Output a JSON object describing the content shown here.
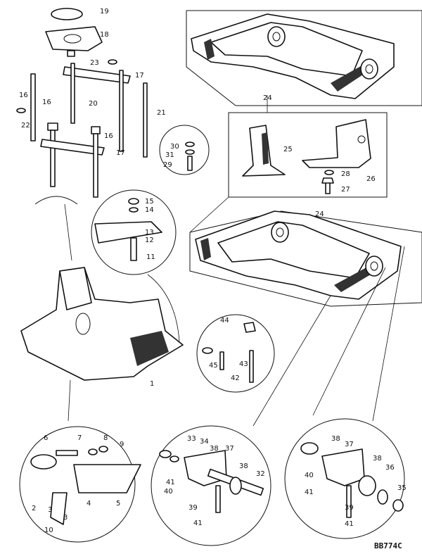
{
  "diagram_code": "BB774C",
  "callouts": [
    {
      "id": "c1",
      "text": "1"
    },
    {
      "id": "c2",
      "text": "2"
    },
    {
      "id": "c3",
      "text": "3"
    },
    {
      "id": "c3b",
      "text": "3"
    },
    {
      "id": "c4",
      "text": "4"
    },
    {
      "id": "c5",
      "text": "5"
    },
    {
      "id": "c6",
      "text": "6"
    },
    {
      "id": "c7",
      "text": "7"
    },
    {
      "id": "c8",
      "text": "8"
    },
    {
      "id": "c9",
      "text": "9"
    },
    {
      "id": "c10",
      "text": "10"
    },
    {
      "id": "c11",
      "text": "11"
    },
    {
      "id": "c12",
      "text": "12"
    },
    {
      "id": "c13",
      "text": "13"
    },
    {
      "id": "c14",
      "text": "14"
    },
    {
      "id": "c15",
      "text": "15"
    },
    {
      "id": "c16a",
      "text": "16"
    },
    {
      "id": "c16b",
      "text": "16"
    },
    {
      "id": "c16c",
      "text": "16"
    },
    {
      "id": "c17a",
      "text": "17"
    },
    {
      "id": "c17b",
      "text": "17"
    },
    {
      "id": "c18",
      "text": "18"
    },
    {
      "id": "c19",
      "text": "19"
    },
    {
      "id": "c20",
      "text": "20"
    },
    {
      "id": "c21",
      "text": "21"
    },
    {
      "id": "c22",
      "text": "22"
    },
    {
      "id": "c23",
      "text": "23"
    },
    {
      "id": "c24a",
      "text": "24"
    },
    {
      "id": "c24b",
      "text": "24"
    },
    {
      "id": "c25",
      "text": "25"
    },
    {
      "id": "c26",
      "text": "26"
    },
    {
      "id": "c27",
      "text": "27"
    },
    {
      "id": "c28",
      "text": "28"
    },
    {
      "id": "c29",
      "text": "29"
    },
    {
      "id": "c30",
      "text": "30"
    },
    {
      "id": "c31",
      "text": "31"
    },
    {
      "id": "c32",
      "text": "32"
    },
    {
      "id": "c33",
      "text": "33"
    },
    {
      "id": "c34",
      "text": "34"
    },
    {
      "id": "c35",
      "text": "35"
    },
    {
      "id": "c36",
      "text": "36"
    },
    {
      "id": "c37a",
      "text": "37"
    },
    {
      "id": "c37b",
      "text": "37"
    },
    {
      "id": "c38a",
      "text": "38"
    },
    {
      "id": "c38b",
      "text": "38"
    },
    {
      "id": "c38c",
      "text": "38"
    },
    {
      "id": "c38d",
      "text": "38"
    },
    {
      "id": "c39a",
      "text": "39"
    },
    {
      "id": "c39b",
      "text": "39"
    },
    {
      "id": "c40a",
      "text": "40"
    },
    {
      "id": "c40b",
      "text": "40"
    },
    {
      "id": "c41a",
      "text": "41"
    },
    {
      "id": "c41b",
      "text": "41"
    },
    {
      "id": "c41c",
      "text": "41"
    },
    {
      "id": "c41d",
      "text": "41"
    },
    {
      "id": "c42",
      "text": "42"
    },
    {
      "id": "c43",
      "text": "43"
    },
    {
      "id": "c44",
      "text": "44"
    },
    {
      "id": "c45",
      "text": "45"
    }
  ]
}
